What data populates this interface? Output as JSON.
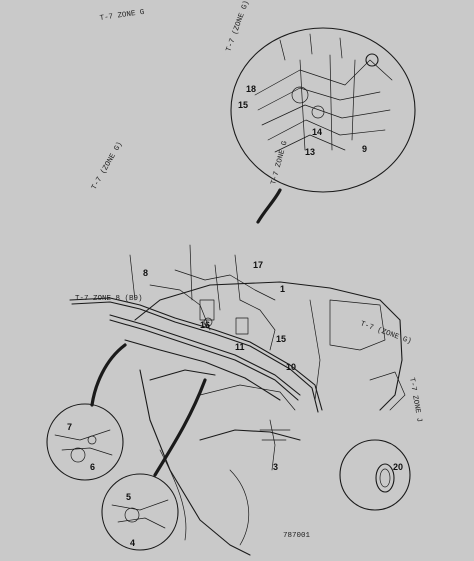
{
  "figure_id": "787001",
  "callouts": {
    "c1": "T-7 ZONE G",
    "c2": "T-7 (ZONE G)",
    "c3": "T-7 (ZONE G)",
    "c4": "T-7 ZONE G",
    "c5": "T-7 ZONE 8 (B9)",
    "c6": "T-7 (ZONE G)",
    "c7": "T-7 ZONE J"
  },
  "part_numbers": {
    "p1": "18",
    "p2": "15",
    "p3": "14",
    "p4": "13",
    "p5": "9",
    "p6": "8",
    "p7": "17",
    "p8": "1",
    "p9": "16",
    "p10": "15",
    "p11": "11",
    "p12": "10",
    "p13": "3",
    "p14": "20",
    "p15": "7",
    "p16": "6",
    "p17": "5",
    "p18": "4"
  },
  "colors": {
    "paper": "#c9c9c9",
    "ink": "#1a1a1a"
  }
}
